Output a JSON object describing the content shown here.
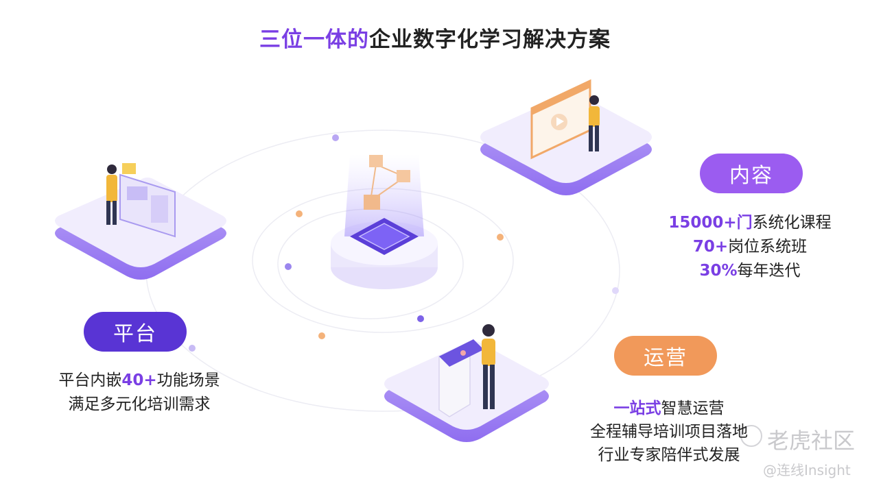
{
  "title": {
    "highlight": "三位一体的",
    "rest": "企业数字化学习解决方案"
  },
  "colors": {
    "purple": "#7a3fe4",
    "content_pill": "#9b5cf0",
    "platform_pill": "#5934d4",
    "ops_pill": "#f1995a",
    "platform_base": "#efeafd"
  },
  "content": {
    "label": "内容",
    "lines": [
      {
        "num": "15000+门",
        "text": "系统化课程"
      },
      {
        "num": "70+",
        "text": "岗位系统班"
      },
      {
        "num": "30%",
        "text": "每年迭代"
      }
    ]
  },
  "platform": {
    "label": "平台",
    "line1_pre": "平台内嵌",
    "line1_num": "40+",
    "line1_post": "功能场景",
    "line2": "满足多元化培训需求"
  },
  "operations": {
    "label": "运营",
    "line1_num": "一站式",
    "line1_text": "智慧运营",
    "line2": "全程辅导培训项目落地",
    "line3": "行业专家陪伴式发展"
  },
  "watermark": {
    "brand": "老虎社区",
    "handle": "@连线Insight"
  }
}
